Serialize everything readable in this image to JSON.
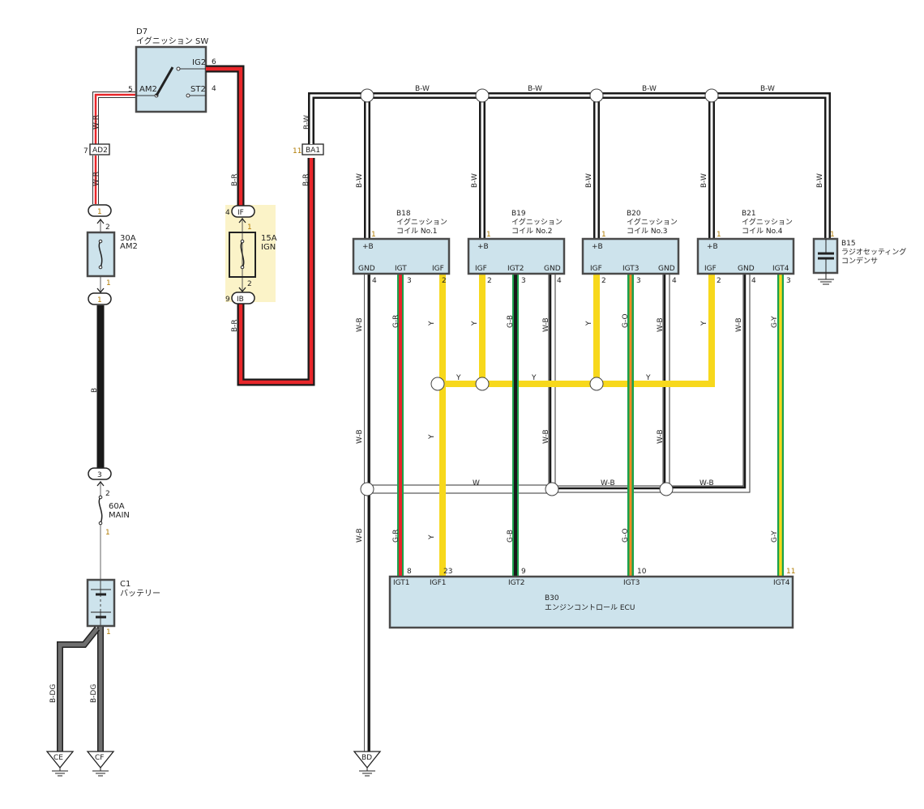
{
  "components": {
    "ignition_switch": {
      "code": "D7",
      "name": "イグニッション SW",
      "pins": {
        "am2": "5",
        "ig2": "6",
        "st2": "4"
      },
      "terminals": {
        "am2": "AM2",
        "ig2": "IG2",
        "st2": "ST2"
      }
    },
    "fuse_am2": {
      "rating": "30A",
      "name": "AM2",
      "pin_top": "2",
      "pin_bottom": "1"
    },
    "fuse_main": {
      "rating": "60A",
      "name": "MAIN",
      "pin_top": "2",
      "pin_bottom": "1"
    },
    "fuse_ign": {
      "rating": "15A",
      "name": "IGN",
      "pin_top": "1",
      "pin_bottom": "2"
    },
    "battery": {
      "code": "C1",
      "name": "バッテリー",
      "pin": "1"
    },
    "coil1": {
      "code": "B18",
      "name": "イグニッション",
      "sub": "コイル No.1",
      "plus_b": "+B",
      "pin_top": "1",
      "terminals": [
        "GND",
        "IGT",
        "IGF"
      ],
      "pins": [
        "4",
        "3",
        "2"
      ]
    },
    "coil2": {
      "code": "B19",
      "name": "イグニッション",
      "sub": "コイル No.2",
      "plus_b": "+B",
      "pin_top": "1",
      "terminals": [
        "IGF",
        "IGT2",
        "GND"
      ],
      "pins": [
        "2",
        "3",
        "4"
      ]
    },
    "coil3": {
      "code": "B20",
      "name": "イグニッション",
      "sub": "コイル No.3",
      "plus_b": "+B",
      "pin_top": "1",
      "terminals": [
        "IGF",
        "IGT3",
        "GND"
      ],
      "pins": [
        "2",
        "3",
        "4"
      ]
    },
    "coil4": {
      "code": "B21",
      "name": "イグニッション",
      "sub": "コイル No.4",
      "plus_b": "+B",
      "pin_top": "1",
      "terminals": [
        "IGF",
        "GND",
        "IGT4"
      ],
      "pins": [
        "2",
        "4",
        "3"
      ]
    },
    "condenser": {
      "code": "B15",
      "name": "ラジオセッティング",
      "sub": "コンデンサ",
      "pin": "1"
    },
    "ecu": {
      "code": "B30",
      "name": "エンジンコントロール ECU",
      "terminals": [
        "IGT1",
        "IGF1",
        "IGT2",
        "IGT3",
        "IGT4"
      ],
      "pins": [
        "8",
        "23",
        "9",
        "10",
        "11"
      ]
    }
  },
  "connectors": {
    "ad2": {
      "label": "AD2",
      "pin": "7"
    },
    "ba1": {
      "label": "BA1",
      "pin": "11"
    },
    "j1_top": "1",
    "j1_bottom": "1",
    "j3": "3",
    "if": {
      "label": "IF",
      "pin": "4"
    },
    "ib": {
      "label": "IB",
      "pin": "9"
    }
  },
  "grounds": {
    "ce": "CE",
    "cf": "CF",
    "bd": "BD"
  },
  "wires": {
    "w_r": "W-R",
    "b": "B",
    "b_r": "B-R",
    "b_w": "B-W",
    "w_b": "W-B",
    "w": "W",
    "y": "Y",
    "g_r": "G-R",
    "g_b": "G-B",
    "g_o": "G-O",
    "g_y": "G-Y",
    "b_dg": "B-DG"
  },
  "colors": {
    "component_fill": "#cde3ec",
    "fuse_highlight": "#fbf3c8",
    "red": "#e8262a",
    "yellow": "#f7d81c",
    "green": "#1aa14b",
    "orange": "#f08a24",
    "black": "#1a1a1a",
    "gray": "#6f6f6f"
  }
}
